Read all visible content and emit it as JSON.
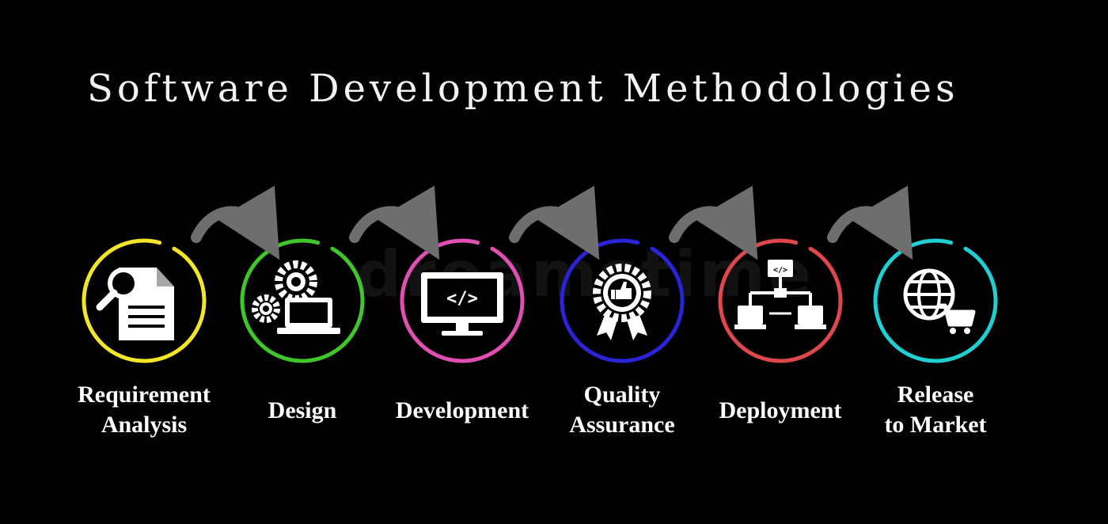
{
  "title": "Software Development Methodologies",
  "watermark": "dreamstime",
  "steps": [
    {
      "lines": [
        "Requirement",
        "Analysis"
      ],
      "color": "#f2e52a",
      "icon": "document-search-icon"
    },
    {
      "lines": [
        "Design",
        ""
      ],
      "color": "#3ec62a",
      "icon": "gears-laptop-icon"
    },
    {
      "lines": [
        "Development",
        ""
      ],
      "color": "#e24fb3",
      "icon": "monitor-code-icon"
    },
    {
      "lines": [
        "Quality",
        "Assurance"
      ],
      "color": "#2a23d8",
      "icon": "quality-badge-icon"
    },
    {
      "lines": [
        "Deployment",
        ""
      ],
      "color": "#e0474c",
      "icon": "network-deployment-icon"
    },
    {
      "lines": [
        "Release",
        "to Market"
      ],
      "color": "#1fcfd4",
      "icon": "globe-cart-icon"
    }
  ],
  "arrow_color": "#6e6e6e"
}
